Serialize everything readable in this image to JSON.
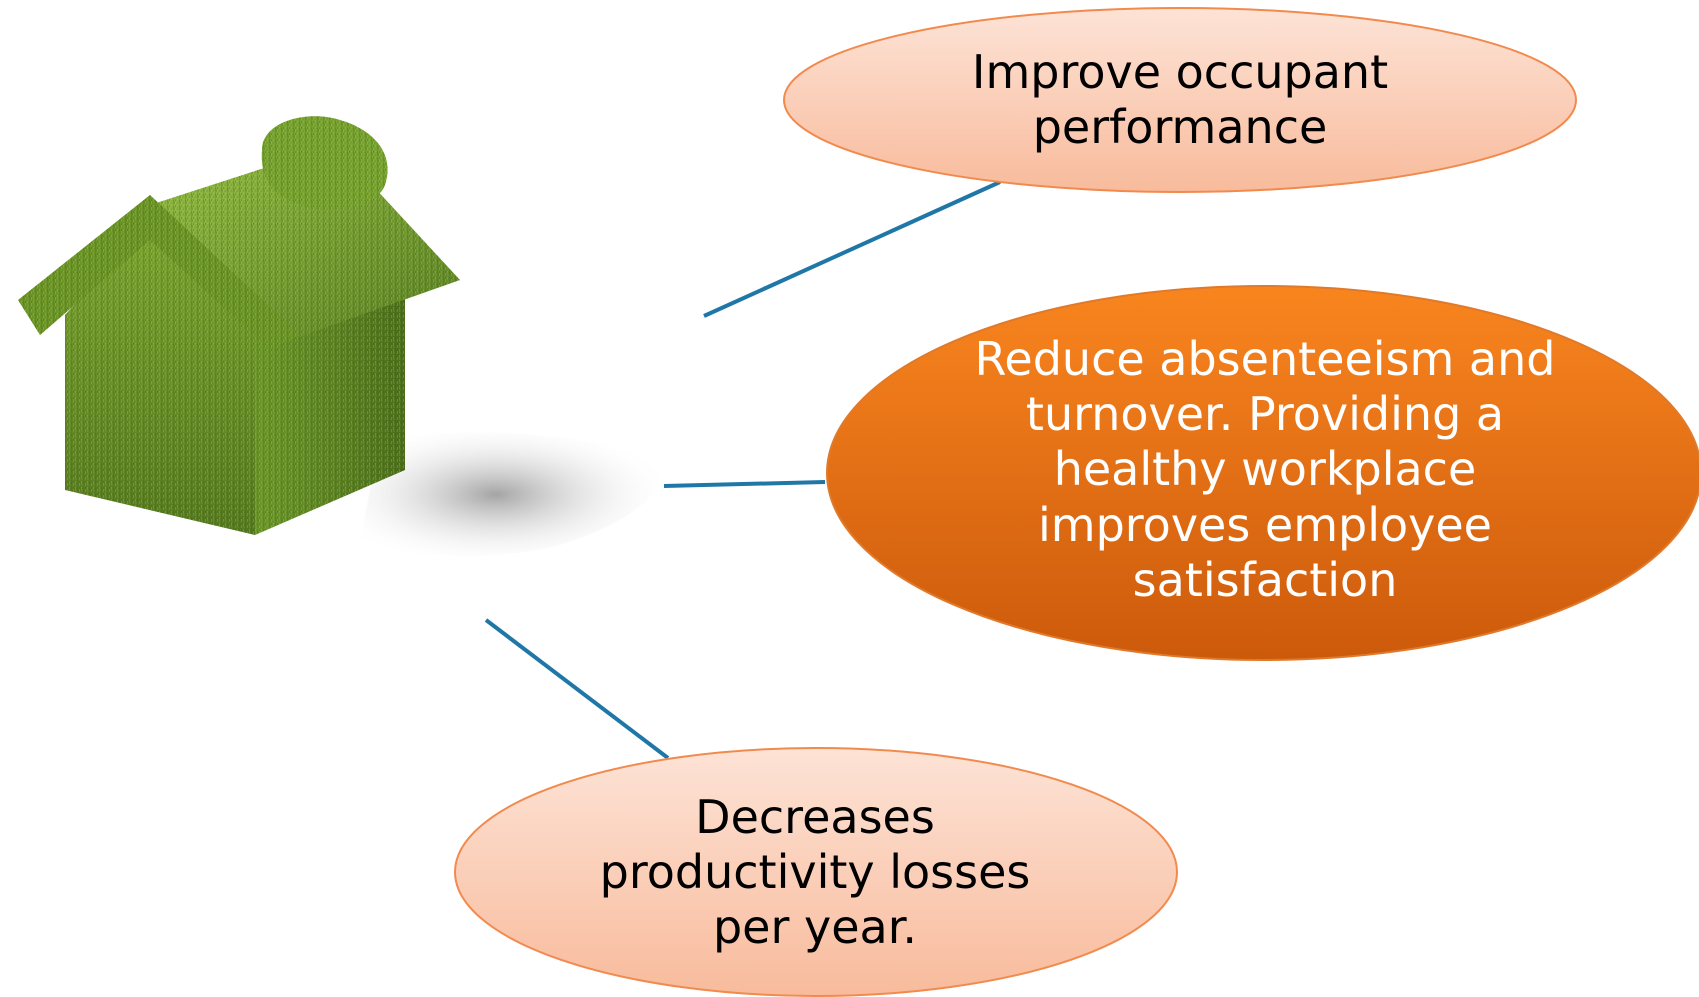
{
  "bubbles": {
    "top": {
      "text": "Improve occupant performance"
    },
    "middle": {
      "text": "Reduce absenteeism and turnover. Providing a healthy workplace improves employee satisfaction"
    },
    "bottom": {
      "text": "Decreases productivity losses per year."
    }
  },
  "colors": {
    "light_bubble_top": "#fde2d4",
    "light_bubble_bottom": "#f9bfa3",
    "light_bubble_border": "#f28a4e",
    "dark_bubble_top": "#f7801f",
    "dark_bubble_bottom": "#cf5a0c",
    "connector": "#1f77a8",
    "grass_light": "#8cb43a",
    "grass_dark": "#4a6e1c"
  },
  "icons": {
    "house": "grass-house-icon"
  }
}
